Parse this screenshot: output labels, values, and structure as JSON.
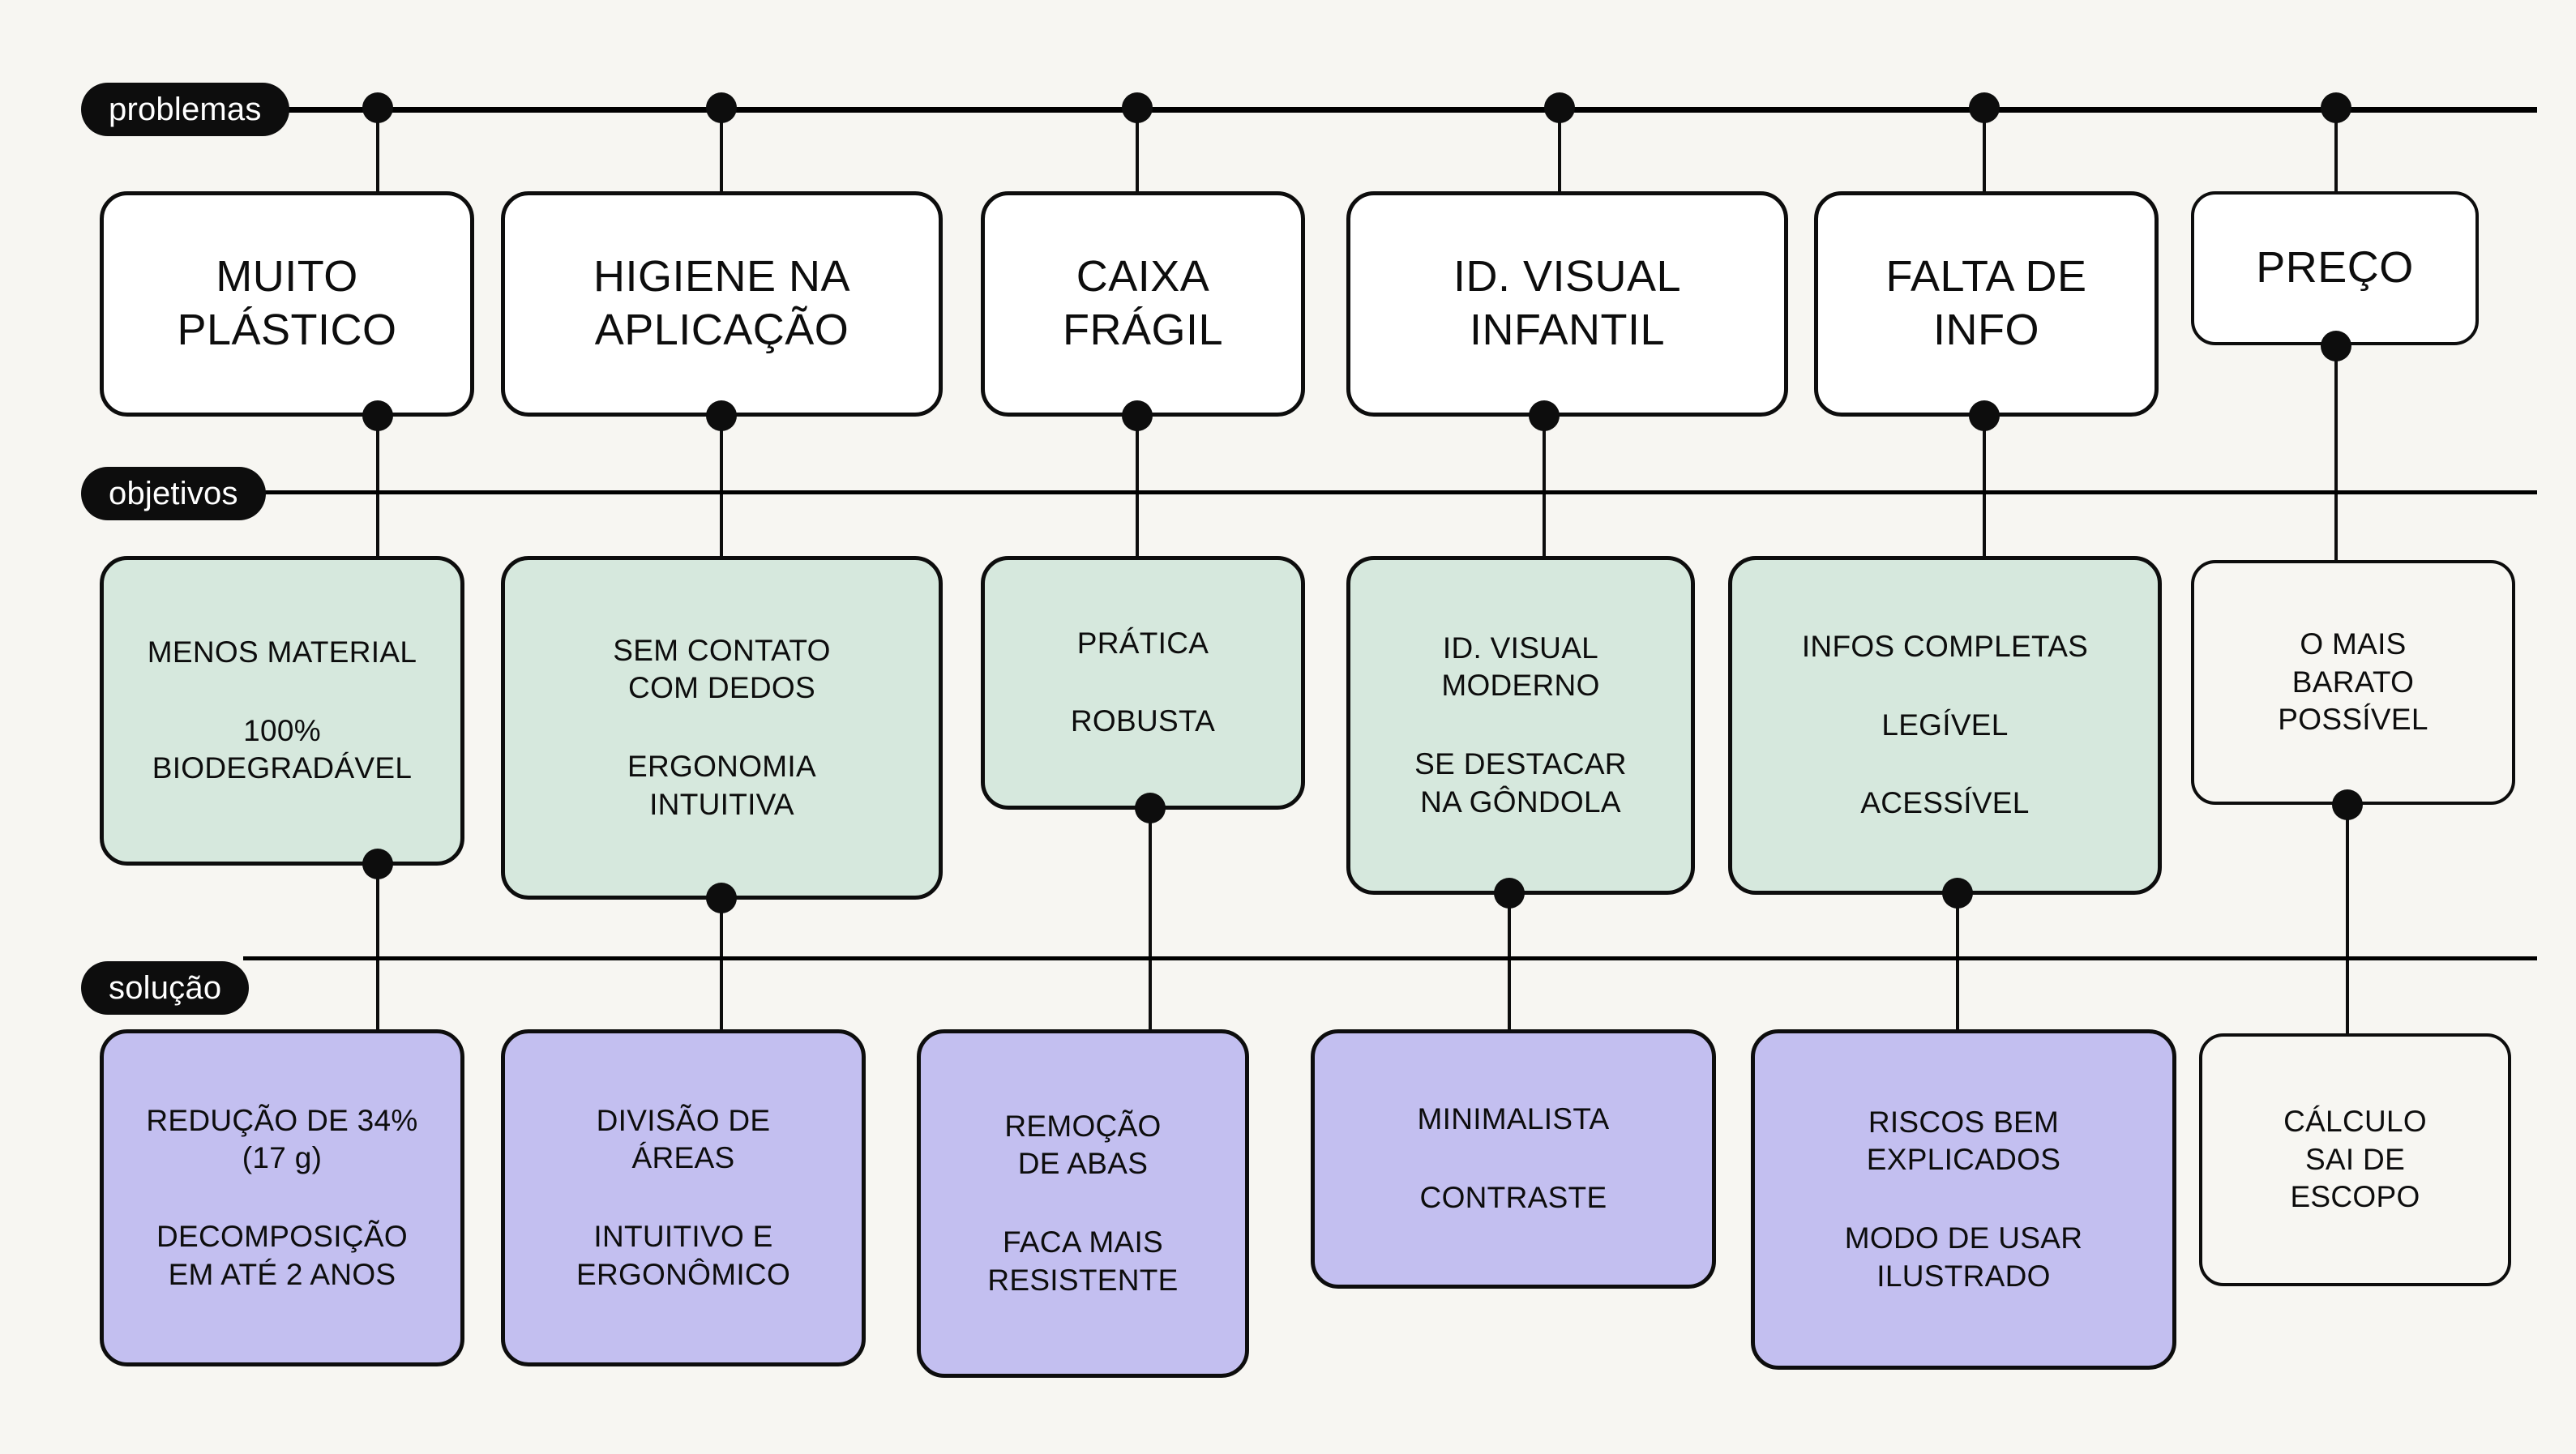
{
  "page": {
    "background": "#f7f6f2",
    "ink": "#0d0d0d",
    "problem_fill": "#ffffff",
    "objective_fill": "#d6e8dd",
    "solution_fill": "#c3bff0"
  },
  "bands": [
    {
      "id": "problemas",
      "label": "problemas"
    },
    {
      "id": "objetivos",
      "label": "objetivos"
    },
    {
      "id": "solucao",
      "label": "solução"
    }
  ],
  "columns": [
    {
      "id": "plastico",
      "problem": {
        "lines": [
          "MUITO",
          "PLÁSTICO"
        ]
      },
      "objective": {
        "blocks": [
          [
            "MENOS MATERIAL"
          ],
          [
            "100%",
            "BIODEGRADÁVEL"
          ]
        ]
      },
      "solution": {
        "blocks": [
          [
            "REDUÇÃO DE 34%",
            "(17 g)"
          ],
          [
            "DECOMPOSIÇÃO",
            "EM ATÉ 2 ANOS"
          ]
        ]
      }
    },
    {
      "id": "higiene",
      "problem": {
        "lines": [
          "HIGIENE NA",
          "APLICAÇÃO"
        ]
      },
      "objective": {
        "blocks": [
          [
            "SEM CONTATO",
            "COM DEDOS"
          ],
          [
            "ERGONOMIA",
            "INTUITIVA"
          ]
        ]
      },
      "solution": {
        "blocks": [
          [
            "DIVISÃO DE",
            "ÁREAS"
          ],
          [
            "INTUITIVO E",
            "ERGONÔMICO"
          ]
        ]
      }
    },
    {
      "id": "caixa",
      "problem": {
        "lines": [
          "CAIXA",
          "FRÁGIL"
        ]
      },
      "objective": {
        "blocks": [
          [
            "PRÁTICA"
          ],
          [
            "ROBUSTA"
          ]
        ]
      },
      "solution": {
        "blocks": [
          [
            "REMOÇÃO",
            "DE ABAS"
          ],
          [
            "FACA MAIS",
            "RESISTENTE"
          ]
        ]
      }
    },
    {
      "id": "id-visual",
      "problem": {
        "lines": [
          "ID. VISUAL",
          "INFANTIL"
        ]
      },
      "objective": {
        "blocks": [
          [
            "ID. VISUAL",
            "MODERNO"
          ],
          [
            "SE DESTACAR",
            "NA GÔNDOLA"
          ]
        ]
      },
      "solution": {
        "blocks": [
          [
            "MINIMALISTA"
          ],
          [
            "CONTRASTE"
          ]
        ]
      }
    },
    {
      "id": "info",
      "problem": {
        "lines": [
          "FALTA DE",
          "INFO"
        ]
      },
      "objective": {
        "blocks": [
          [
            "INFOS COMPLETAS"
          ],
          [
            "LEGÍVEL"
          ],
          [
            "ACESSÍVEL"
          ]
        ]
      },
      "solution": {
        "blocks": [
          [
            "RISCOS BEM",
            "EXPLICADOS"
          ],
          [
            "MODO DE USAR",
            "ILUSTRADO"
          ]
        ]
      }
    },
    {
      "id": "preco",
      "problem": {
        "lines": [
          "PREÇO"
        ]
      },
      "objective": {
        "blocks": [
          [
            "O MAIS",
            "BARATO",
            "POSSÍVEL"
          ]
        ]
      },
      "solution": {
        "blocks": [
          [
            "CÁLCULO",
            "SAI DE",
            "ESCOPO"
          ]
        ]
      }
    }
  ]
}
